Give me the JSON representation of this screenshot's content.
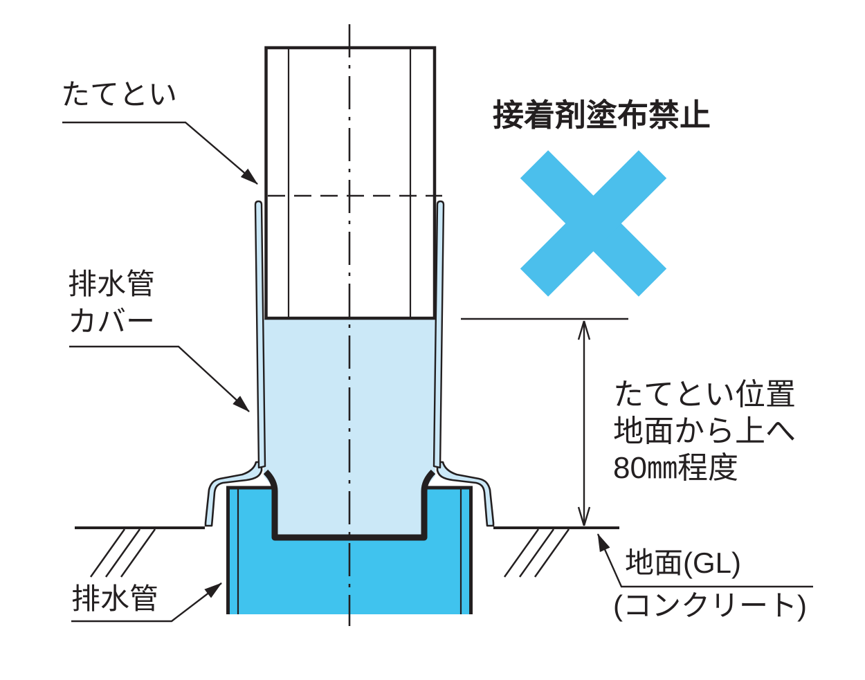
{
  "colors": {
    "bg": "#ffffff",
    "line": "#231f20",
    "text": "#231f20",
    "cover_fill": "#cbe8f7",
    "pipe_fill": "#40c3ee",
    "cross": "#4bbfec"
  },
  "labels": {
    "downspout": "たてとい",
    "cover_line1": "排水管",
    "cover_line2": "カバー",
    "drain_pipe": "排水管",
    "prohibition": "接着剤塗布禁止",
    "note_line1": "たてとい位置",
    "note_line2": "地面から上へ",
    "note_line3": "80㎜程度",
    "ground": "地面(GL)",
    "concrete": "(コンクリート)"
  },
  "dimension": {
    "value": "80㎜程度"
  },
  "icons": {
    "prohibition_cross": "x-cross-mark"
  }
}
